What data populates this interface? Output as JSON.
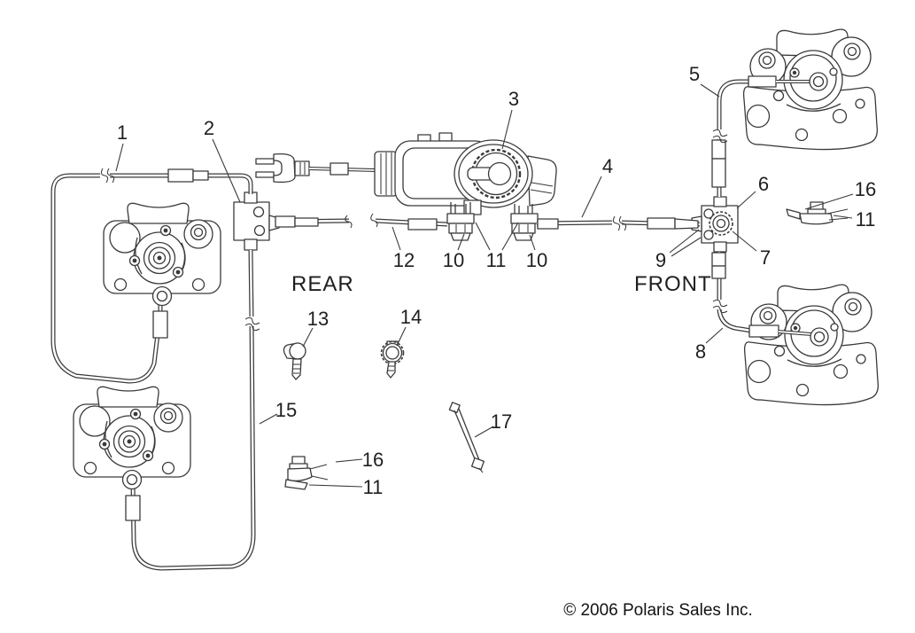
{
  "colors": {
    "ink": "#3a3a3a",
    "text": "#1f1f1f",
    "background": "#ffffff"
  },
  "diagram": {
    "region_labels": {
      "rear": "REAR",
      "front": "FRONT"
    },
    "footer": {
      "copyright": "© 2006 Polaris Sales Inc."
    },
    "callouts": [
      {
        "label": "1"
      },
      {
        "label": "2"
      },
      {
        "label": "3"
      },
      {
        "label": "4"
      },
      {
        "label": "5"
      },
      {
        "label": "6"
      },
      {
        "label": "7"
      },
      {
        "label": "8"
      },
      {
        "label": "9"
      },
      {
        "label": "10"
      },
      {
        "label": "11"
      },
      {
        "label": "10"
      },
      {
        "label": "12"
      },
      {
        "label": "13"
      },
      {
        "label": "14"
      },
      {
        "label": "15"
      },
      {
        "label": "16"
      },
      {
        "label": "11"
      },
      {
        "label": "16"
      },
      {
        "label": "11"
      },
      {
        "label": "17"
      }
    ]
  }
}
